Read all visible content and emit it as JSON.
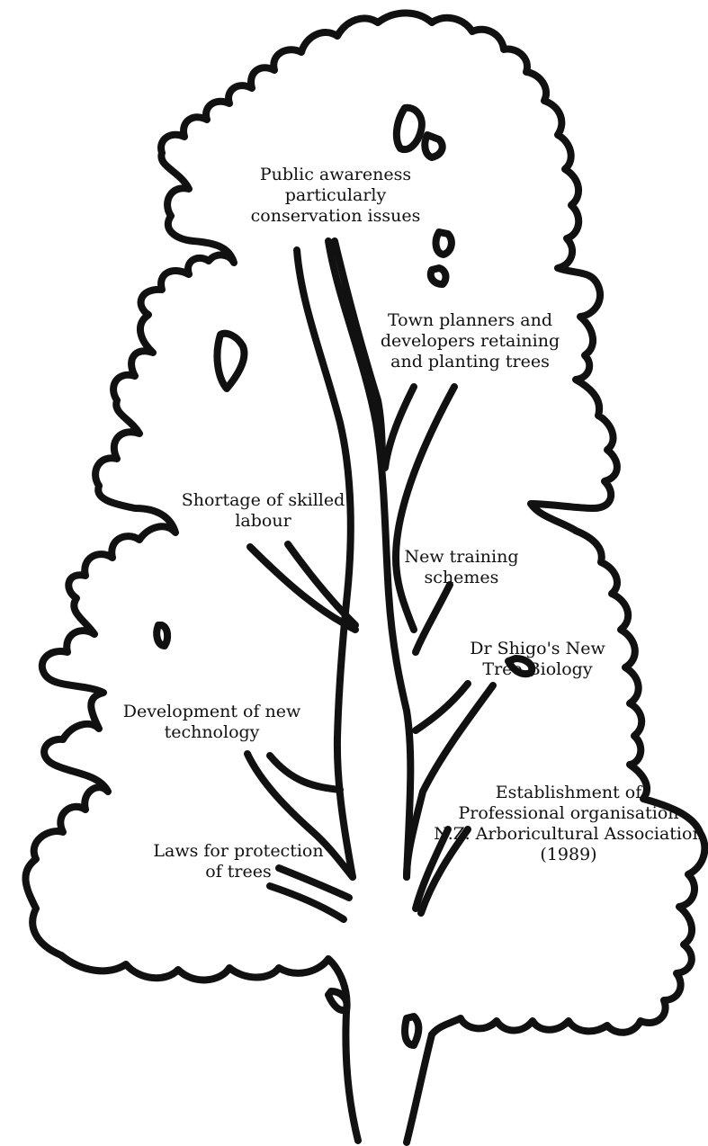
{
  "colors": {
    "ink": "#111111",
    "paper": "#ffffff"
  },
  "labels": {
    "public_awareness": [
      "Public awareness",
      "particularly",
      "conservation issues"
    ],
    "town_planners": [
      "Town planners and",
      "developers retaining",
      "and planting trees"
    ],
    "shortage": [
      "Shortage of skilled",
      "labour"
    ],
    "training": [
      "New training",
      "schemes"
    ],
    "shigo": [
      "Dr Shigo's New",
      "Tree Biology"
    ],
    "technology": [
      "Development of new",
      "technology"
    ],
    "professional": [
      "Establishment of",
      "Professional organisation",
      "N.Z. Arboricultural Association",
      "(1989)"
    ],
    "laws": [
      "Laws for protection",
      "of trees"
    ]
  }
}
